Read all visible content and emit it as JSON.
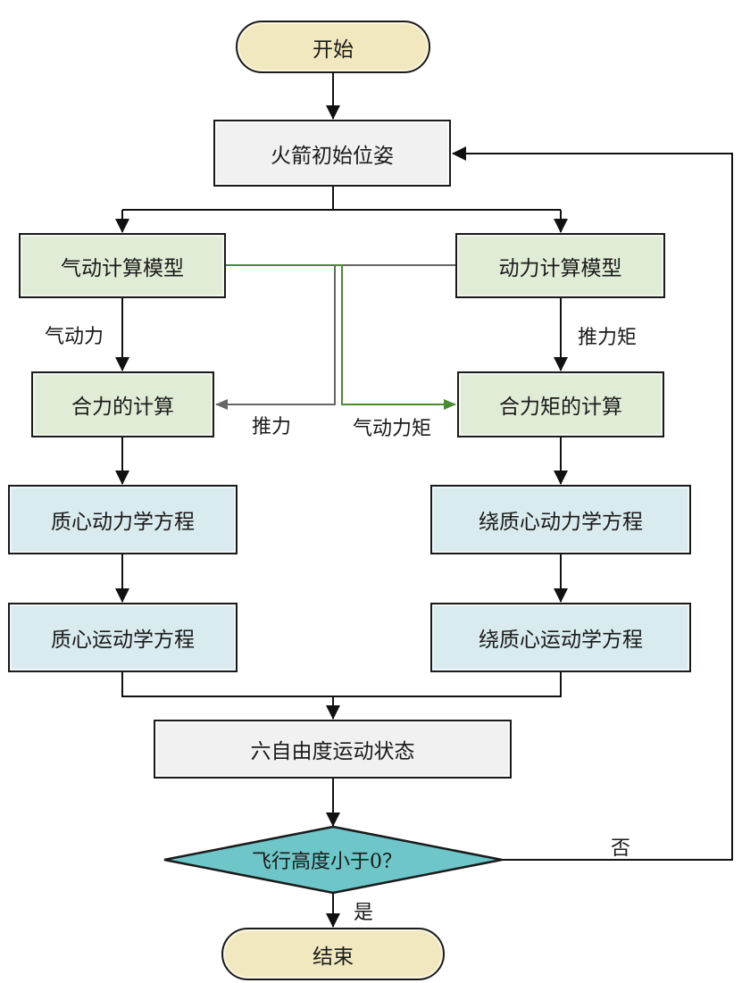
{
  "diagram": {
    "type": "flowchart",
    "nodes": {
      "start": "开始",
      "initial_attitude": "火箭初始位姿",
      "aero_model": "气动计算模型",
      "power_model": "动力计算模型",
      "force_calc": "合力的计算",
      "moment_calc": "合力矩的计算",
      "cm_dynamics": "质心动力学方程",
      "about_cm_dynamics": "绕质心动力学方程",
      "cm_kinematics": "质心运动学方程",
      "about_cm_kinematics": "绕质心运动学方程",
      "six_dof_state": "六自由度运动状态",
      "decision": "飞行高度小于0？",
      "end": "结束"
    },
    "edge_labels": {
      "aero_force": "气动力",
      "thrust": "推力",
      "aero_moment": "气动力矩",
      "thrust_moment": "推力矩",
      "no": "否",
      "yes": "是"
    },
    "colors": {
      "terminal_fill": "#f2e8bf",
      "process_gray_fill": "#f1f1f1",
      "model_green_fill": "#e1ecd6",
      "equation_blue_fill": "#d9ebee",
      "decision_fill": "#6ec6c8",
      "line_black": "#111111",
      "line_gray": "#666666",
      "line_green": "#4a8a32"
    }
  }
}
